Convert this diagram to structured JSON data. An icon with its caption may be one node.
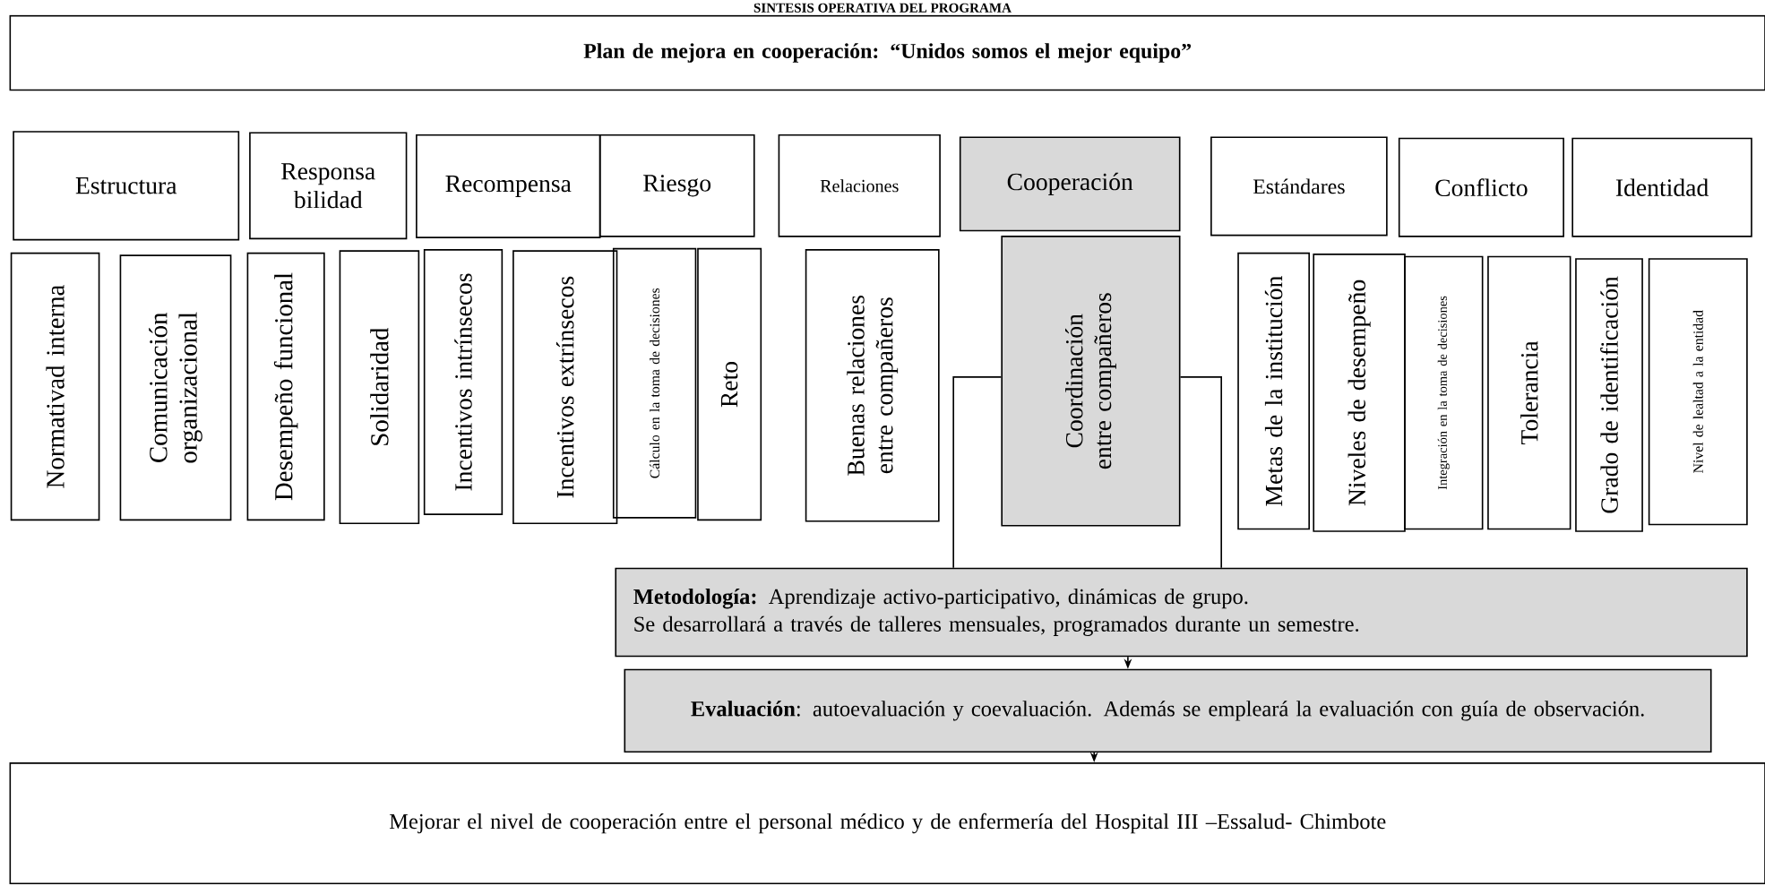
{
  "diagram": {
    "title": "SINTESIS OPERATIVA DEL PROGRAMA",
    "nodes": [
      {
        "text": [
          "Plan de mejora en cooperación: “Unidos somos el mejor equipo”"
        ]
      },
      {
        "text": [
          "Estructura"
        ]
      },
      {
        "text": [
          "Responsa bilidad"
        ]
      },
      {
        "text": [
          "Recompensa"
        ]
      },
      {
        "text": [
          "Riesgo"
        ]
      },
      {
        "text": [
          "Relaciones"
        ]
      },
      {
        "text": [
          "Cooperación"
        ]
      },
      {
        "text": [
          "Estándares"
        ]
      },
      {
        "text": [
          "Conflicto"
        ]
      },
      {
        "text": [
          "Identidad"
        ]
      },
      {
        "text": [
          "Normativad  interna"
        ]
      },
      {
        "text": [
          "Comunicación organizacional"
        ]
      },
      {
        "text": [
          "Desempeño funcional"
        ]
      },
      {
        "text": [
          "Solidaridad"
        ]
      },
      {
        "text": [
          "Incentivos intrínsecos"
        ]
      },
      {
        "text": [
          "Incentivos extrínsecos"
        ]
      },
      {
        "text": [
          "Cálculo en la toma de decisiones"
        ]
      },
      {
        "text": [
          "Reto"
        ]
      },
      {
        "text": [
          "Buenas relaciones entre compañeros"
        ]
      },
      {
        "text": [
          "Coordinación entre compañeros"
        ]
      },
      {
        "text": [
          "Metas de la institución"
        ]
      },
      {
        "text": [
          "Niveles de desempeño"
        ]
      },
      {
        "text": [
          "Integración en la toma de decisiones"
        ]
      },
      {
        "text": [
          "Tolerancia"
        ]
      },
      {
        "text": [
          "Grado de identificación"
        ]
      },
      {
        "text": [
          "Nivel de lealtad a la entidad"
        ]
      },
      {
        "text": [
          "**Metodología:** Aprendizaje activo-participativo, dinámicas de grupo.",
          "Se desarrollará a través de talleres mensuales, programados durante un semestre."
        ]
      },
      {
        "text": [
          "**Evaluación**: autoevaluación y coevaluación. Además se empleará la evaluación con guía de observación."
        ]
      },
      {
        "text": [
          "Mejorar el nivel de cooperación entre el personal médico y de enfermería del Hospital III –Essalud- Chimbote"
        ]
      }
    ],
    "edges": [
      {
        "from": 26,
        "to": 27,
        "arrow": "to"
      },
      {
        "from": 27,
        "to": 28,
        "arrow": "to"
      },
      {
        "from": 19,
        "to": 26,
        "arrow": "none"
      },
      {
        "from": 19,
        "to": 26,
        "arrow": "none"
      }
    ]
  }
}
